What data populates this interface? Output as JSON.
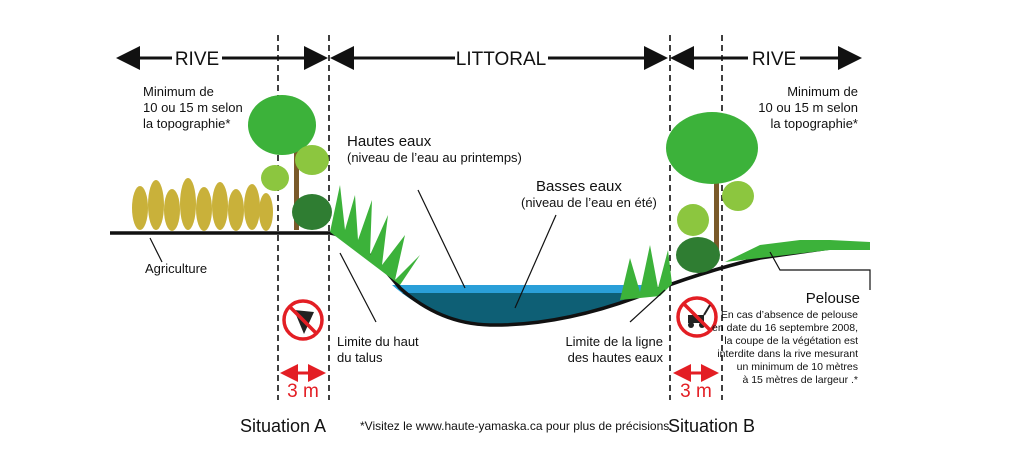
{
  "zones": {
    "rive_left": "RIVE",
    "littoral": "LITTORAL",
    "rive_right": "RIVE"
  },
  "min_left": [
    "Minimum de",
    "10 ou 15 m selon",
    "la topographie*"
  ],
  "min_right": [
    "Minimum de",
    "10 ou 15 m selon",
    "la topographie*"
  ],
  "hautes_eaux": {
    "title": "Hautes eaux",
    "sub": "(niveau de l’eau au printemps)"
  },
  "basses_eaux": {
    "title": "Basses eaux",
    "sub": "(niveau de l’eau en été)"
  },
  "agriculture": "Agriculture",
  "limite_talus": [
    "Limite du haut",
    "du talus"
  ],
  "limite_ligne": [
    "Limite de la ligne",
    "des hautes eaux"
  ],
  "pelouse": {
    "title": "Pelouse",
    "lines": [
      "En cas d’absence de pelouse",
      "en date du 16 septembre 2008,",
      "la coupe de la végétation est",
      "interdite dans la rive mesurant",
      "un minimum de 10 mètres",
      "à 15 mètres de largeur .*"
    ]
  },
  "distance_a": "3 m",
  "distance_b": "3 m",
  "situation_a": "Situation A",
  "situation_b": "Situation B",
  "footnote": "*Visitez le www.haute-yamaska.ca pour plus de précisions.",
  "colors": {
    "water_light": "#2a9fd8",
    "water_dark": "#0e5f75",
    "tree": "#3cb23a",
    "accent": "#e31e24",
    "crop": "#c9b13a"
  }
}
